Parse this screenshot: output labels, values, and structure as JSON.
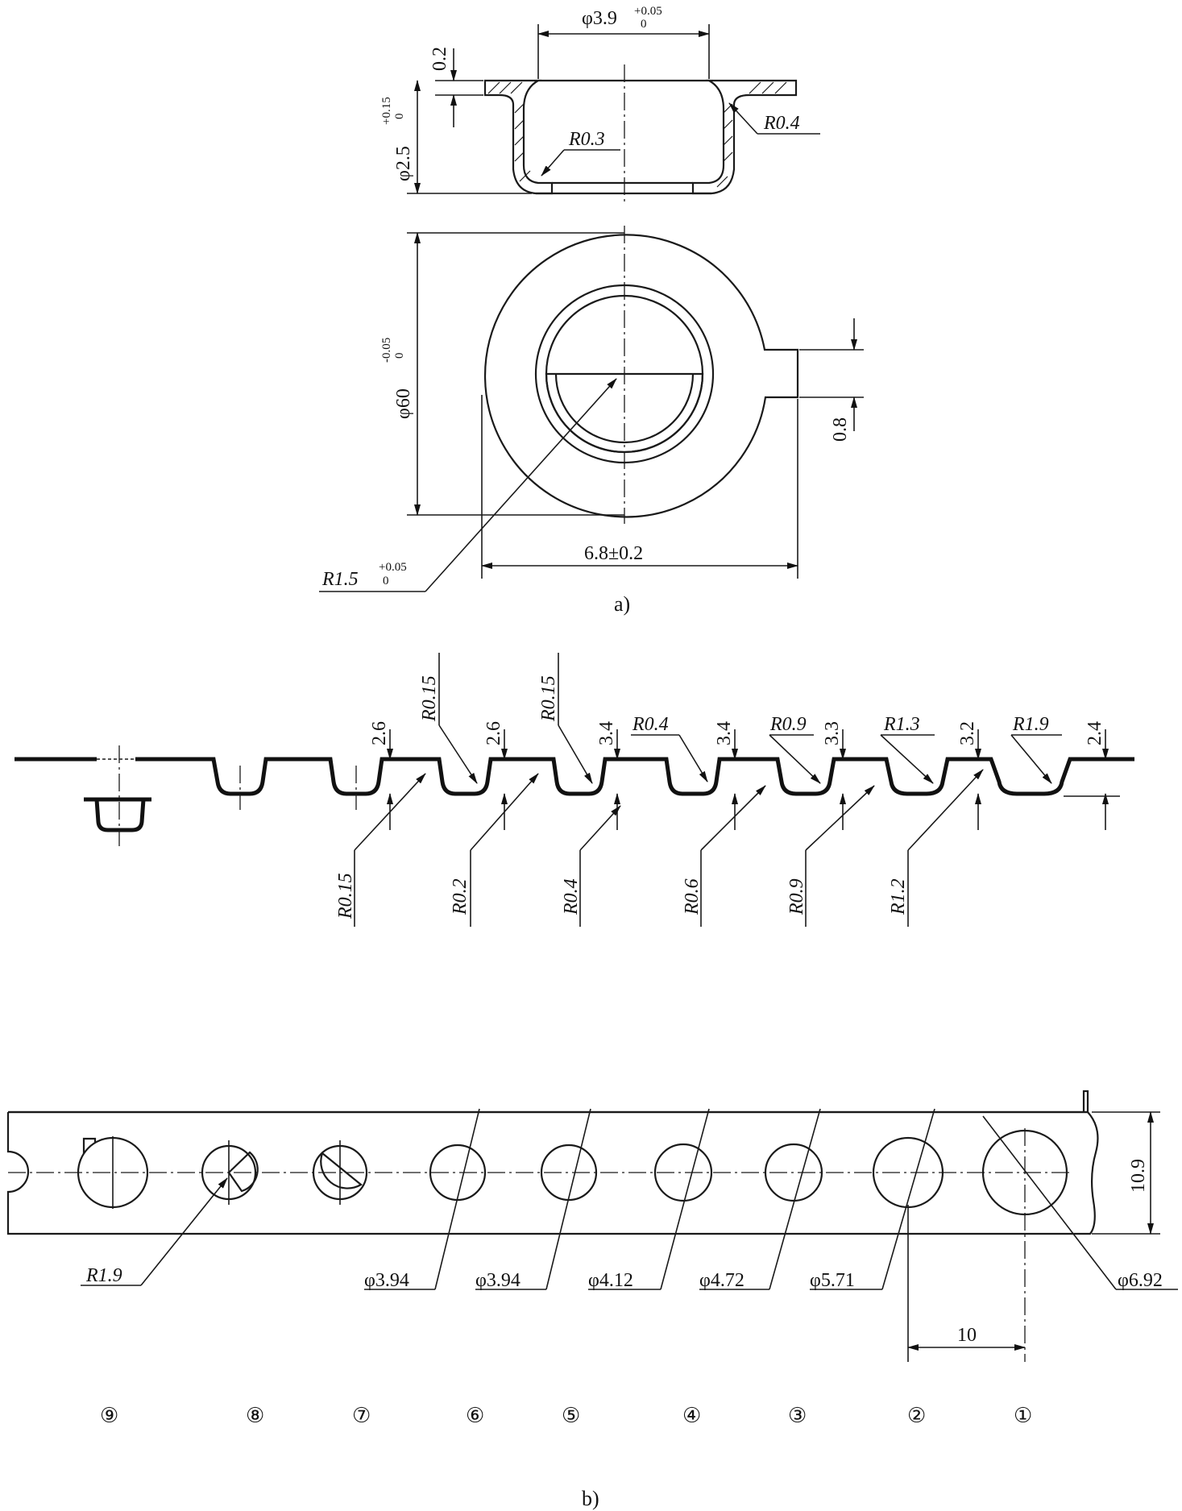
{
  "figure_a": {
    "caption": "a)",
    "dims": {
      "flange_dia": "φ3.9",
      "flange_dia_tol": "+0.05 / 0",
      "flange_thk": "0.2",
      "cup_height": "φ2.5",
      "cup_height_tol": "+0.15 / 0",
      "inner_r": "R0.3",
      "outer_r": "R0.4",
      "outer_dia": "φ60",
      "outer_dia_tol": "-0.05 / 0",
      "tab_width": "0.8",
      "overall_len": "6.8±0.2",
      "hole_r": "R1.5",
      "hole_r_tol": "+0.05 / 0"
    }
  },
  "figure_b": {
    "caption": "b)",
    "height_dims": [
      "2.6",
      "2.6",
      "3.4",
      "3.4",
      "3.3",
      "3.2",
      "2.4"
    ],
    "top_radii": [
      "R0.15",
      "R0.15",
      "R0.4",
      "R0.9",
      "R1.3",
      "R1.9"
    ],
    "bottom_radii": [
      "R0.15",
      "R0.2",
      "R0.4",
      "R0.6",
      "R0.9",
      "R1.2"
    ],
    "hole_dias": [
      "φ3.94",
      "φ3.94",
      "φ4.12",
      "φ4.72",
      "φ5.71",
      "φ6.92"
    ],
    "strip_r": "R1.9",
    "strip_width": "10.9",
    "pitch": "10",
    "stations": [
      "⑨",
      "⑧",
      "⑦",
      "⑥",
      "⑤",
      "④",
      "③",
      "②",
      "①"
    ]
  }
}
